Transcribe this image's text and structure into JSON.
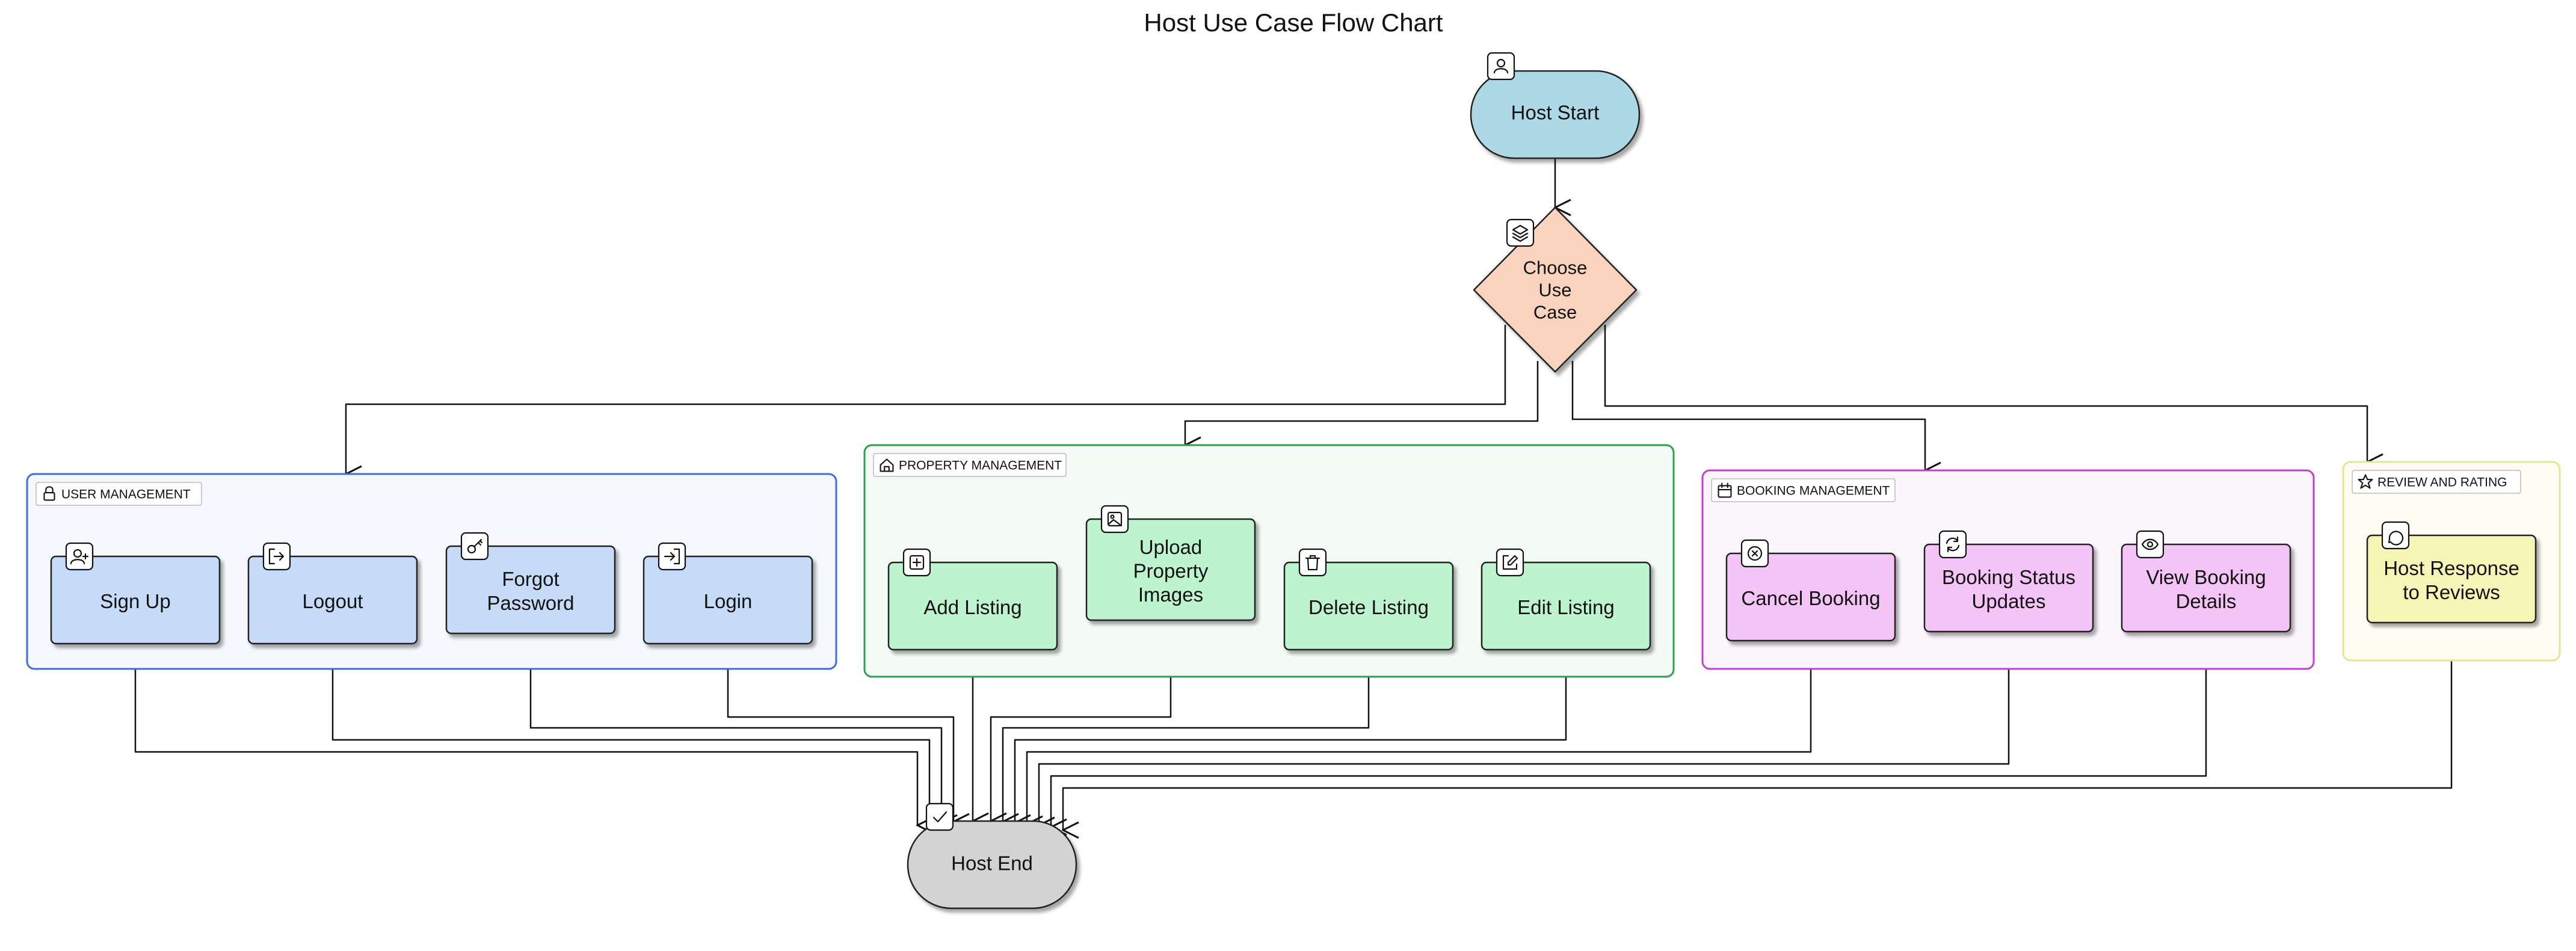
{
  "title": "Host Use Case Flow Chart",
  "nodes": {
    "start": {
      "label": "Host Start",
      "icon": "user-icon"
    },
    "decision": {
      "lines": [
        "Choose",
        "Use",
        "Case"
      ],
      "icon": "layers-icon"
    },
    "end": {
      "label": "Host End",
      "icon": "check-icon"
    }
  },
  "groups": [
    {
      "name": "user-management",
      "label": "USER MANAGEMENT",
      "icon": "lock-icon",
      "border": "#3a6fd8",
      "fill": "#f6f8fd",
      "node_fill": "#c6dbf8",
      "items": [
        {
          "lines": [
            "Sign Up"
          ],
          "icon": "user-plus-icon"
        },
        {
          "lines": [
            "Logout"
          ],
          "icon": "logout-icon"
        },
        {
          "lines": [
            "Forgot",
            "Password"
          ],
          "icon": "key-icon"
        },
        {
          "lines": [
            "Login"
          ],
          "icon": "login-icon"
        }
      ]
    },
    {
      "name": "property-management",
      "label": "PROPERTY MANAGEMENT",
      "icon": "home-icon",
      "border": "#2fa04f",
      "fill": "#f4fbf6",
      "node_fill": "#bdf4cf",
      "items": [
        {
          "lines": [
            "Add Listing"
          ],
          "icon": "plus-square-icon"
        },
        {
          "lines": [
            "Upload",
            "Property",
            "Images"
          ],
          "icon": "image-icon"
        },
        {
          "lines": [
            "Delete Listing"
          ],
          "icon": "trash-icon"
        },
        {
          "lines": [
            "Edit Listing"
          ],
          "icon": "edit-icon"
        }
      ]
    },
    {
      "name": "booking-management",
      "label": "BOOKING MANAGEMENT",
      "icon": "calendar-icon",
      "border": "#c23fcf",
      "fill": "#fbf5fc",
      "node_fill": "#f3c4f5",
      "items": [
        {
          "lines": [
            "Cancel Booking"
          ],
          "icon": "x-circle-icon"
        },
        {
          "lines": [
            "Booking Status",
            "Updates"
          ],
          "icon": "refresh-icon"
        },
        {
          "lines": [
            "View Booking",
            "Details"
          ],
          "icon": "eye-icon"
        }
      ]
    },
    {
      "name": "review-and-rating",
      "label": "REVIEW AND RATING",
      "icon": "star-icon",
      "border": "#e3e693",
      "fill": "#fdfdf3",
      "node_fill": "#f5f5b5",
      "items": [
        {
          "lines": [
            "Host Response",
            "to Reviews"
          ],
          "icon": "message-circle-icon"
        }
      ]
    }
  ]
}
